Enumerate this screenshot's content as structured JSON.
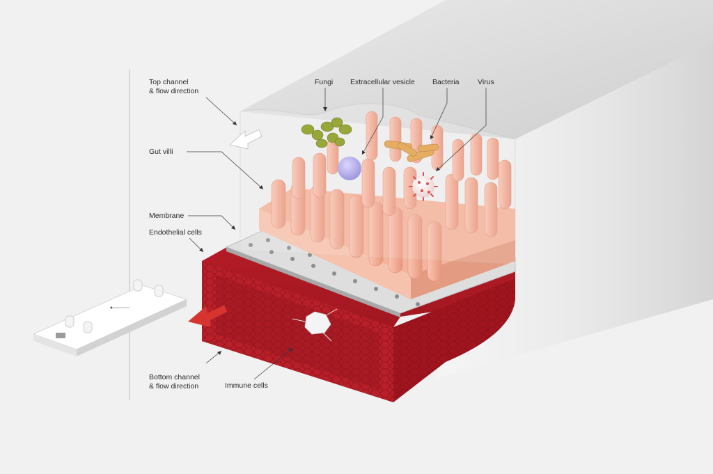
{
  "labels": {
    "top_channel": "Top channel\n& flow direction",
    "gut_villi": "Gut villi",
    "membrane": "Membrane",
    "endothelial_cells": "Endothelial cells",
    "bottom_channel": "Bottom channel\n& flow direction",
    "immune_cells": "Immune cells",
    "fungi": "Fungi",
    "extracellular_vesicle": "Extracellular vesicle",
    "bacteria": "Bacteria",
    "virus": "Virus"
  },
  "colors": {
    "background": "#f1f1f1",
    "villi": "#f7b7a0",
    "villi_shadow": "#e59a82",
    "base_tissue": "#f3b49b",
    "endothelial": "#c0202a",
    "endothelial_dark": "#8e121b",
    "membrane": "#d9d9d9",
    "channel_glass": "#cfcfcf",
    "fungi": "#8a9a1e",
    "vesicle": "#a9a4e6",
    "bacteria": "#e2a24b",
    "virus": "#d23a3a",
    "top_flow_arrow": "#ffffff",
    "bottom_flow_arrow": "#d6352f"
  },
  "icons": {
    "top_flow": "arrow-left-icon",
    "bottom_flow": "arrow-left-icon",
    "chip": "organ-chip-icon"
  }
}
